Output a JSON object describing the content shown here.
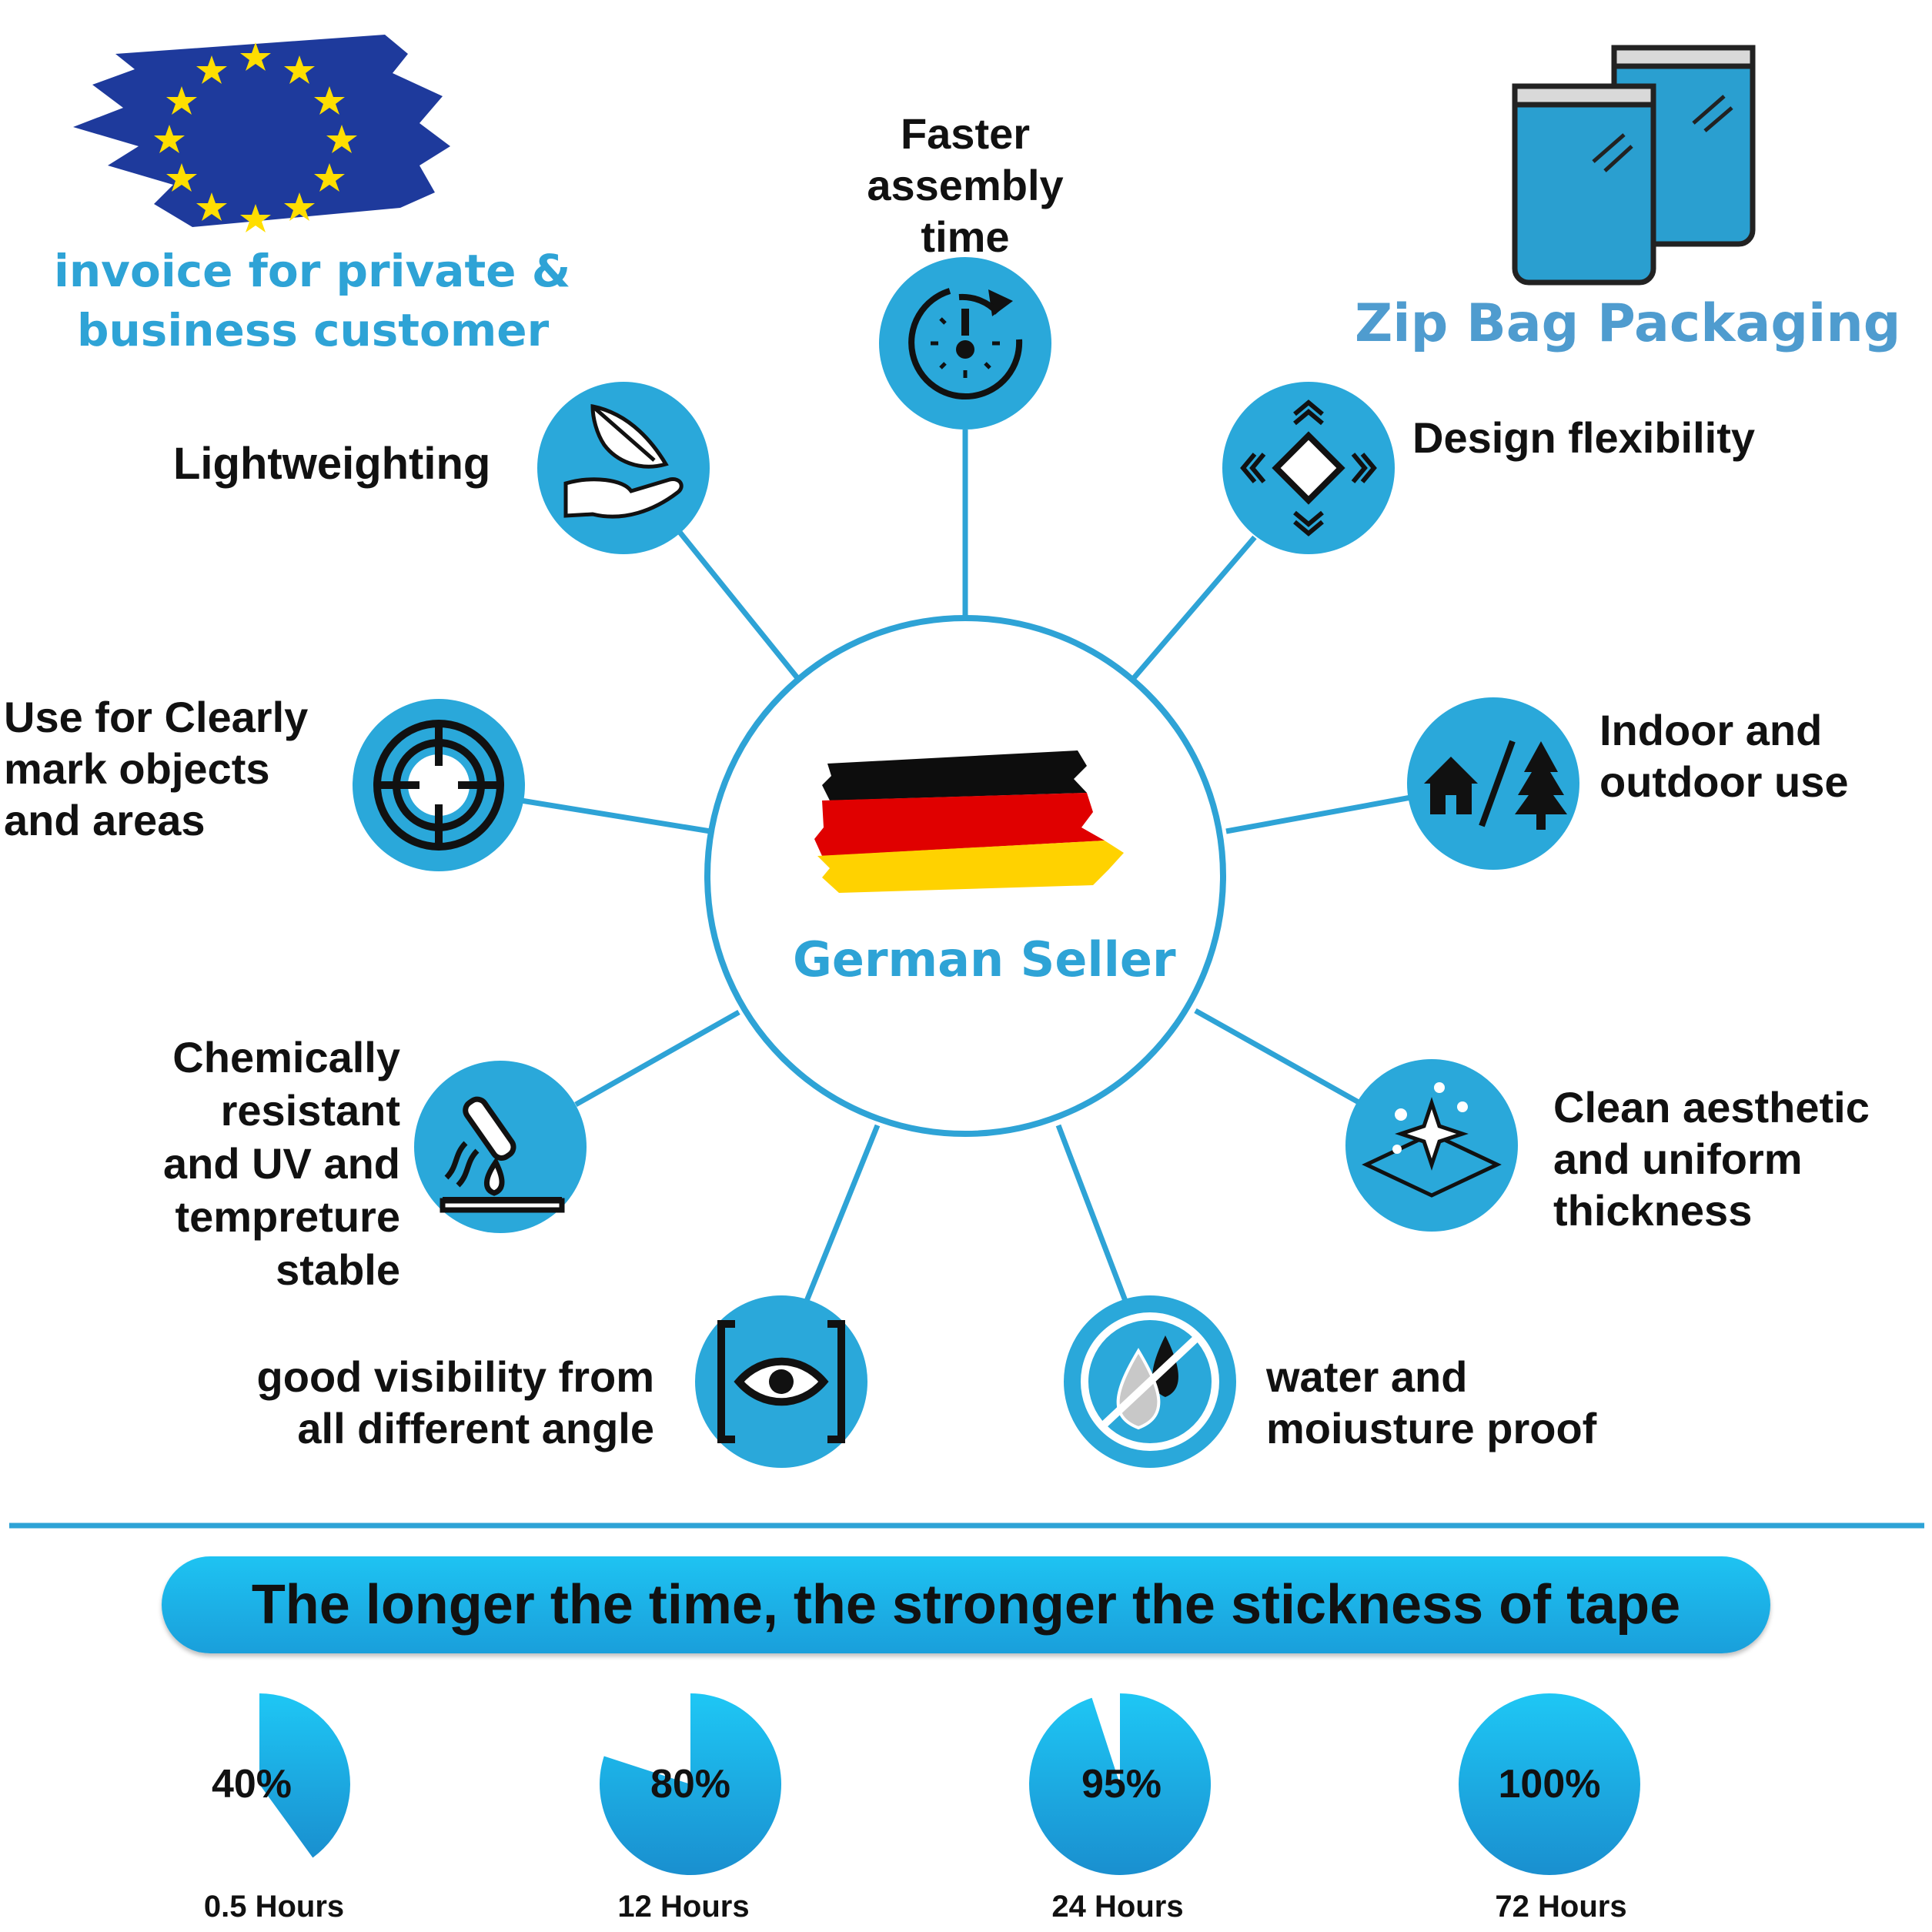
{
  "colors": {
    "accent": "#2ea3d6",
    "icon_circle": "#2aa8da",
    "pie": "#1ab8ec"
  },
  "eu": {
    "caption_line1": "invoice for private &",
    "caption_line2": "business customer"
  },
  "zip": {
    "caption": "Zip Bag Packaging"
  },
  "center": {
    "label": "German Seller"
  },
  "features": {
    "faster": {
      "line1": "Faster",
      "line2": "assembly",
      "line3": "time",
      "icon": "stopwatch-icon"
    },
    "light": {
      "label": "Lightweighting",
      "icon": "feather-hand-icon"
    },
    "design": {
      "label": "Design flexibility",
      "icon": "arrows-diamond-icon"
    },
    "mark": {
      "line1": "Use for Clearly",
      "line2": "mark objects",
      "line3": "and areas",
      "icon": "target-icon"
    },
    "indoor": {
      "line1": "Indoor and",
      "line2": "outdoor use",
      "icon": "house-tree-icon"
    },
    "chem": {
      "line1": "Chemically",
      "line2": "resistant",
      "line3": "and UV and",
      "line4": "tempreture",
      "line5": "stable",
      "icon": "test-tube-icon"
    },
    "clean": {
      "line1": "Clean aesthetic",
      "line2": "and uniform",
      "line3": "thickness",
      "icon": "sparkle-surface-icon"
    },
    "visibility": {
      "line1": "good visibility from",
      "line2": "all different angle",
      "icon": "eye-icon"
    },
    "water": {
      "line1": "water and",
      "line2": "moiusture proof",
      "icon": "no-water-icon"
    }
  },
  "banner": {
    "text": "The longer the time, the stronger the stickness of tape"
  },
  "stickiness": [
    {
      "percent_label": "40%",
      "hours_label": "0.5 Hours",
      "fraction": 0.4
    },
    {
      "percent_label": "80%",
      "hours_label": "12 Hours",
      "fraction": 0.8
    },
    {
      "percent_label": "95%",
      "hours_label": "24 Hours",
      "fraction": 0.95
    },
    {
      "percent_label": "100%",
      "hours_label": "72 Hours",
      "fraction": 1.0
    }
  ]
}
